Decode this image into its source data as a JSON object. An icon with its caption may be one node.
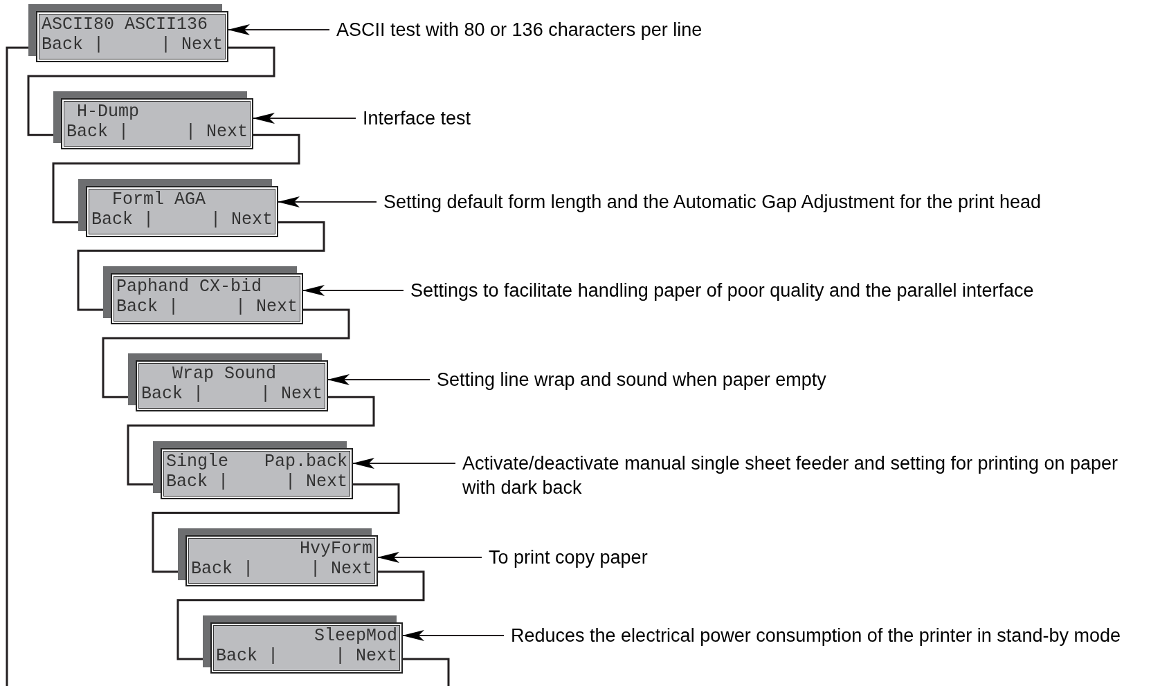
{
  "diagram": {
    "nodes": [
      {
        "text": [
          "ASCII80 ASCII136",
          "Back |",
          "| Next"
        ]
      },
      {
        "text": [
          "ASCII test with 80 or 136 characters per line"
        ]
      },
      {
        "text": [
          "H-Dump",
          "Back |",
          "| Next"
        ]
      },
      {
        "text": [
          "Interface test"
        ]
      },
      {
        "text": [
          "Forml AGA",
          "Back |",
          "| Next"
        ]
      },
      {
        "text": [
          "Setting default form length and the Automatic Gap Adjustment for the print head"
        ]
      },
      {
        "text": [
          "Paphand CX-bid",
          "Back |",
          "| Next"
        ]
      },
      {
        "text": [
          "Settings to facilitate handling paper of poor quality and the parallel interface"
        ]
      },
      {
        "text": [
          "Wrap Sound",
          "Back |",
          "| Next"
        ]
      },
      {
        "text": [
          "Setting line wrap and sound when paper empty"
        ]
      },
      {
        "text": [
          "Single Pap.back",
          "Back |",
          "| Next"
        ]
      },
      {
        "text": [
          "Activate/deactivate manual single sheet feeder and setting for printing on paper with dark back"
        ]
      },
      {
        "text": [
          "HvyForm",
          "Back |",
          "| Next"
        ]
      },
      {
        "text": [
          "To print copy paper"
        ]
      },
      {
        "text": [
          "SleepMod",
          "Back |",
          "| Next"
        ]
      },
      {
        "text": [
          "Reduces the electrical power consumption of the printer in stand-by mode"
        ]
      }
    ],
    "edges": [
      {
        "from": 0,
        "to": null,
        "arrow": "none"
      },
      {
        "from": 0,
        "to": 2,
        "arrow": "none"
      },
      {
        "from": 2,
        "to": 4,
        "arrow": "none"
      },
      {
        "from": 4,
        "to": 6,
        "arrow": "none"
      },
      {
        "from": 6,
        "to": 8,
        "arrow": "none"
      },
      {
        "from": 8,
        "to": 10,
        "arrow": "none"
      },
      {
        "from": 10,
        "to": 12,
        "arrow": "none"
      },
      {
        "from": 12,
        "to": 14,
        "arrow": "none"
      },
      {
        "from": 14,
        "to": null,
        "arrow": "none"
      },
      {
        "from": 1,
        "to": 0,
        "arrow": "to"
      },
      {
        "from": 3,
        "to": 2,
        "arrow": "to"
      },
      {
        "from": 5,
        "to": 4,
        "arrow": "to"
      },
      {
        "from": 7,
        "to": 6,
        "arrow": "to"
      },
      {
        "from": 9,
        "to": 8,
        "arrow": "to"
      },
      {
        "from": 11,
        "to": 10,
        "arrow": "to"
      },
      {
        "from": 13,
        "to": 12,
        "arrow": "to"
      },
      {
        "from": 15,
        "to": 14,
        "arrow": "to"
      }
    ]
  }
}
